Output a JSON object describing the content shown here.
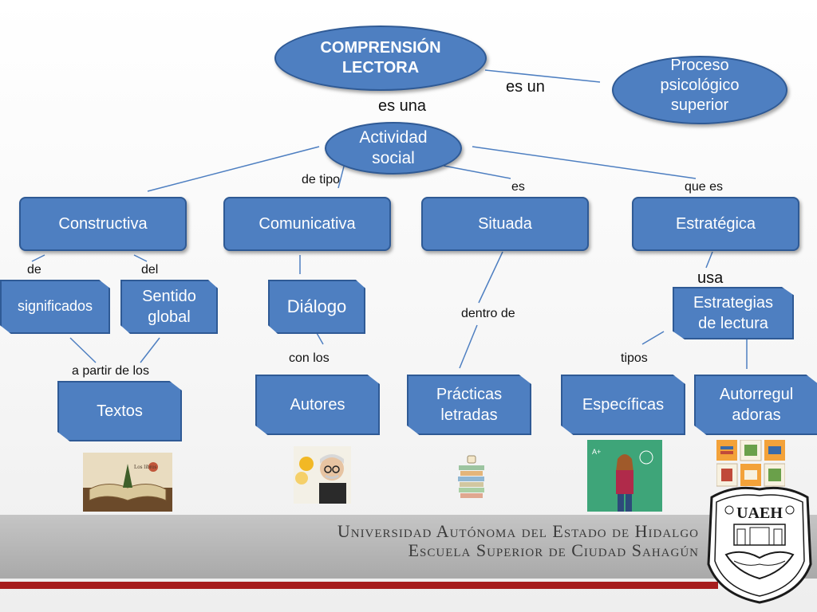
{
  "nodes": {
    "main_topic": "COMPRENSIÓN LECTORA",
    "proceso": "Proceso psicológico superior",
    "actividad": "Actividad social",
    "constructiva": "Constructiva",
    "comunicativa": "Comunicativa",
    "situada": "Situada",
    "estrategica": "Estratégica",
    "significados": "significados",
    "sentido_global": "Sentido global",
    "dialogo": "Diálogo",
    "estrategias": "Estrategias de lectura",
    "textos": "Textos",
    "autores": "Autores",
    "practicas": "Prácticas letradas",
    "especificas": "Específicas",
    "autorreguladoras": "Autorregul adoras"
  },
  "labels": {
    "es_un": "es un",
    "es_una": "es una",
    "de_tipo": "de tipo",
    "es": "es",
    "que_es": "que es",
    "de": "de",
    "del": "del",
    "usa": "usa",
    "dentro_de": "dentro de",
    "a_partir_de_los": "a partir de los",
    "con_los": "con los",
    "tipos": "tipos"
  },
  "footer": {
    "university": "Universidad Autónoma del Estado de Hidalgo",
    "school": "Escuela Superior de Ciudad Sahagún",
    "crest_text": "UAEH"
  },
  "colors": {
    "node_fill": "#4e7fc1",
    "node_border": "#2f5a95",
    "connector": "#4e7fc1",
    "footer_gray": "#b5b5b5",
    "footer_red": "#a61d1d"
  },
  "icons": {
    "textos": "open-book-illustration",
    "autores": "author-portrait",
    "practicas": "stacked-books-icon",
    "especificas": "student-chalkboard-photo",
    "autorreguladoras": "reading-strategies-icons"
  }
}
